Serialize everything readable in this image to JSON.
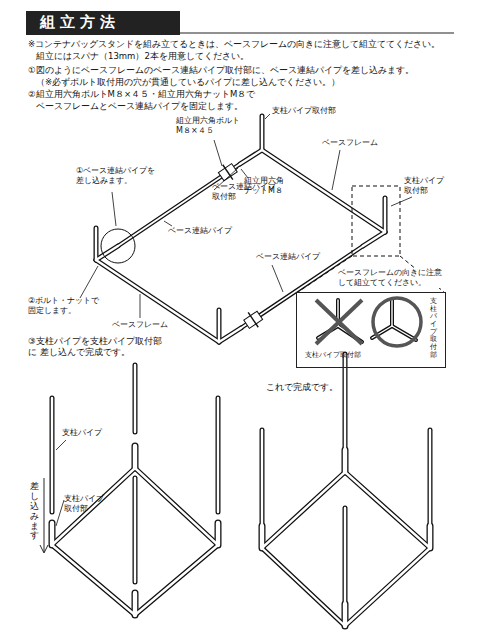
{
  "diagram": {
    "title": "組立方法",
    "nodes": [
      {
        "text": [
          "支柱パイプ取付部",
          "支柱パイプ取付部"
        ]
      }
    ],
    "labels": [
      "※コンテナバッグスタンドを組み立てるときは、ベースフレームの向きに注意して組立ててください。",
      "組立にはスパナ（13mm）2本を用意してください。",
      "①図のようにベースフレームのベース連結パイプ取付部に、ベース連結パイプを差し込みます。",
      "（※必ずボルト取付用の穴が貫通しているパイプに差し込んでください。）",
      "②組立用六角ボルトM８×４５・組立用六角ナットM８で",
      "ベースフレームとベース連結パイプを固定します。",
      "支柱パイプ取付部",
      "組立用六角ボルト M８×４５",
      "ベースフレーム",
      "組立用六角 ナットM８",
      "支柱パイプ 取付部",
      "①ベース連結パイプを 差し込みます。",
      "ベース連結パイプ 取付部",
      "ベース連結パイプ",
      "ベース連結パイプ",
      "ベースフレームの向きに注意 して組立ててください。",
      "②ボルト・ナットで 固定します。",
      "ベースフレーム",
      "③支柱パイプを支柱パイプ取付部に 差し込んで完成です。",
      "支柱パイプ",
      "差し込みます",
      "支柱パイプ 取付部",
      "これで完成です。"
    ]
  }
}
